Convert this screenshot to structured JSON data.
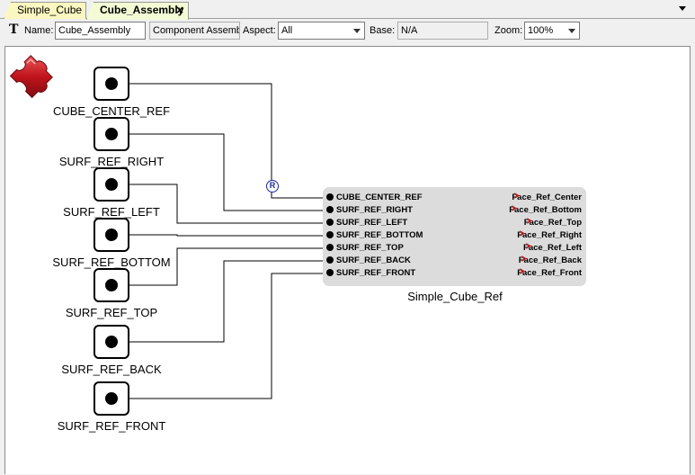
{
  "tabs": [
    {
      "label": "Simple_Cube",
      "active": false
    },
    {
      "label": "Cube_Assembly",
      "active": true
    }
  ],
  "tab_close_icon": "×",
  "toolbar": {
    "name_label": "Name:",
    "name_value": "Cube_Assembly",
    "kind_value": "Component Assembly",
    "aspect_label": "Aspect:",
    "aspect_value": "All",
    "base_label": "Base:",
    "base_value": "N/A",
    "zoom_label": "Zoom:",
    "zoom_value": "100%"
  },
  "ports": [
    {
      "label": "CUBE_CENTER_REF"
    },
    {
      "label": "SURF_REF_RIGHT"
    },
    {
      "label": "SURF_REF_LEFT"
    },
    {
      "label": "SURF_REF_BOTTOM"
    },
    {
      "label": "SURF_REF_TOP"
    },
    {
      "label": "SURF_REF_BACK"
    },
    {
      "label": "SURF_REF_FRONT"
    }
  ],
  "component": {
    "name": "Simple_Cube_Ref",
    "badge": "R",
    "inputs": [
      "CUBE_CENTER_REF",
      "SURF_REF_RIGHT",
      "SURF_REF_LEFT",
      "SURF_REF_BOTTOM",
      "SURF_REF_TOP",
      "SURF_REF_BACK",
      "SURF_REF_FRONT"
    ],
    "outputs": [
      "Face_Ref_Center",
      "Face_Ref_Bottom",
      "Face_Ref_Top",
      "Face_Ref_Right",
      "Face_Ref_Left",
      "Face_Ref_Back",
      "Face_Ref_Front"
    ]
  },
  "colors": {
    "tab_inactive": "#fbf7c0",
    "tab_active": "#f3fbd5",
    "component_bg": "#dcdcdc",
    "puzzle_red": "#c0141c",
    "badge_blue": "#1a2a9a"
  }
}
